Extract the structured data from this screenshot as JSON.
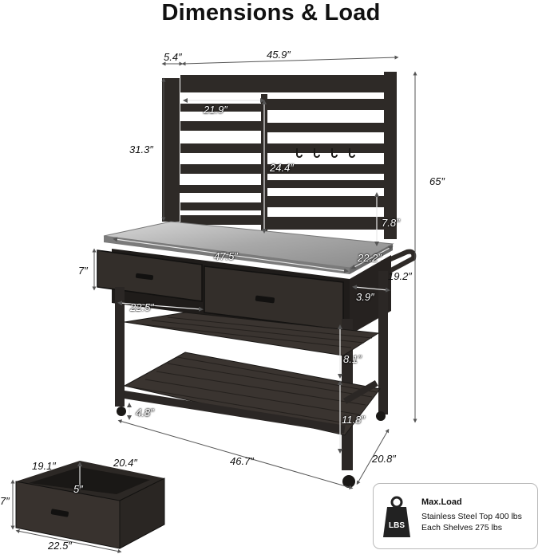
{
  "title": "Dimensions & Load",
  "dimensions": {
    "side_offset": "5.4″",
    "top_width": "45.9″",
    "shelf_width": "21.9″",
    "hutch_height": "31.3″",
    "total_height": "65″",
    "pegboard_height": "24.4″",
    "shelf_gap": "7.8″",
    "top_length": "47.5″",
    "top_depth": "22.2″",
    "drawer_height": "7″",
    "handle_depth": "19.2″",
    "side_gap": "3.9″",
    "drawer_width": "22.5″",
    "middle_gap": "8.1″",
    "bottom_gap": "11.8″",
    "ground_clearance": "4.8″",
    "base_length": "46.7″",
    "base_depth": "20.8″"
  },
  "drawer": {
    "depth": "19.1″",
    "width": "20.4″",
    "inner_depth": "5″",
    "height": "7″",
    "length": "22.5″"
  },
  "load": {
    "icon": "weight-lbs-icon",
    "icon_text": "LBS",
    "title": "Max.Load",
    "line1": "Stainless Steel Top 400 lbs",
    "line2": "Each Shelves 275 lbs"
  },
  "colors": {
    "wood": "#2e2a27",
    "wood_dark": "#1a1816",
    "steel": "#a9a9a9"
  }
}
